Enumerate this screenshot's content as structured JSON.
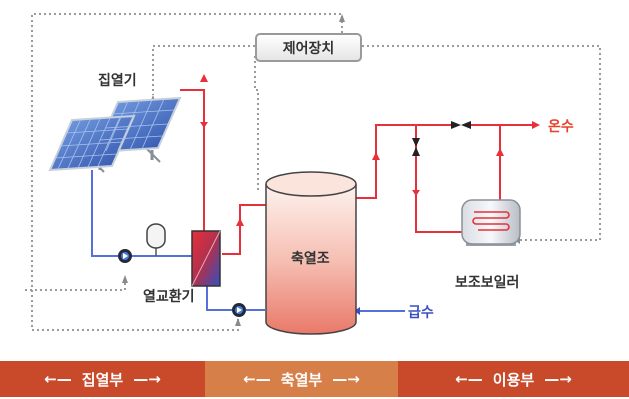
{
  "labels": {
    "controller": "제어장치",
    "collector": "집열기",
    "heat_exchanger": "열교환기",
    "storage_tank": "축열조",
    "aux_boiler": "보조보일러",
    "hot_water": "온수",
    "supply_water": "급수"
  },
  "sections": [
    {
      "label": "집열부",
      "color": "#c84a2a"
    },
    {
      "label": "축열부",
      "color": "#d77f48"
    },
    {
      "label": "이용부",
      "color": "#c84a2a"
    }
  ],
  "colors": {
    "hot_pipe": "#e8303a",
    "cold_pipe": "#5570d8",
    "control_line": "#9a9a9a",
    "hot_label": "#e8402a",
    "cold_label": "#3a4fc0"
  },
  "icons": {
    "pump": "pump-icon",
    "expansion_tank": "expansion-tank-icon",
    "valve": "valve-icon",
    "sensor": "sensor-arrow-icon"
  }
}
